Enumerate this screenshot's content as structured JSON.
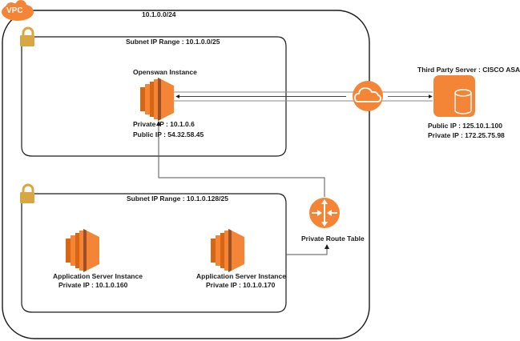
{
  "vpc": {
    "badge": "VPC",
    "cidr": "10.1.0.0/24",
    "badge_color": "#F58536",
    "border_color": "#1a1a1a"
  },
  "subnets": [
    {
      "range_label": "Subnet IP Range : 10.1.0.0/25",
      "lock_color": "#D9A741"
    },
    {
      "range_label": "Subnet IP Range : 10.1.0.128/25",
      "lock_color": "#D9A741"
    }
  ],
  "openswan": {
    "title": "Openswan Instance",
    "private_ip": "Private IP : 10.1.0.6",
    "public_ip": "Public IP : 54.32.58.45",
    "icon": "ec2-instance-icon"
  },
  "app_servers": [
    {
      "title": "Application Server Instance",
      "private_ip": "Private IP : 10.1.0.160",
      "icon": "ec2-instance-icon"
    },
    {
      "title": "Application Server Instance",
      "private_ip": "Private IP : 10.1.0.170",
      "icon": "ec2-instance-icon"
    }
  ],
  "route_table": {
    "title": "Private Route Table",
    "icon": "router-icon"
  },
  "gateway": {
    "icon": "vpn-gateway-cloud-icon"
  },
  "third_party": {
    "title": "Third Party Server : CISCO ASA",
    "public_ip": "Public IP : 125.10.1.100",
    "private_ip": "Private IP : 172.25.75.98",
    "icon": "customer-gateway-server-icon"
  },
  "colors": {
    "aws_orange": "#F58536",
    "aws_orange_dark": "#9D5025",
    "aws_orange_mid": "#D86613",
    "line": "#333333",
    "tunnel": "#888888"
  }
}
